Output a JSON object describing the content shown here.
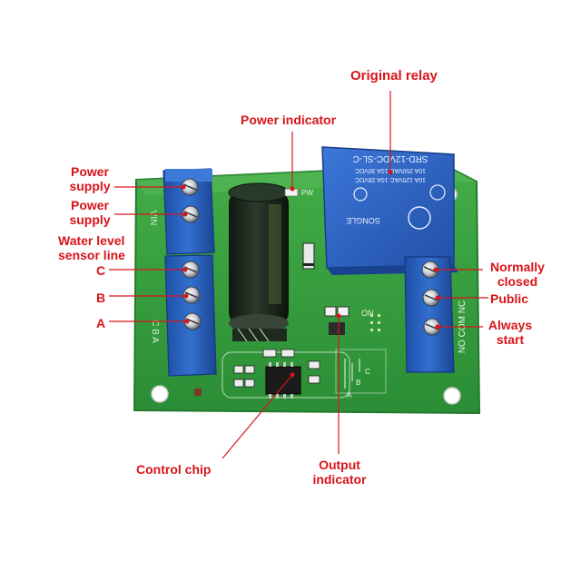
{
  "labels": {
    "original_relay": "Original relay",
    "power_indicator": "Power indicator",
    "power_supply_1": "Power\nsupply",
    "power_supply_2": "Power\nsupply",
    "water_level": "Water level\nsensor line",
    "c": "C",
    "b": "B",
    "a": "A",
    "normally_closed": "Normally\nclosed",
    "public": "Public",
    "always_start": "Always\nstart",
    "control_chip": "Control chip",
    "output_indicator": "Output\nindicator"
  },
  "board": {
    "relay_text_1": "SRD-12VDC-SL-C",
    "relay_text_2": "10A 250VAC 10A 30VDC",
    "relay_text_3": "10A 125VAC 10A 28VDC",
    "relay_brand": "SONGLE",
    "silk_vin": "VIN",
    "silk_cba": "C  B  A",
    "silk_no_com_nc": "NO COM NC",
    "silk_on": "ON",
    "silk_pw": "PW",
    "silk_a": "A",
    "silk_b": "B",
    "silk_c": "C"
  },
  "colors": {
    "label": "#d8141a",
    "pcb": "#2f9a3a",
    "terminal": "#2a5fb8",
    "relay": "#2d63c2",
    "line": "#d8141a"
  }
}
